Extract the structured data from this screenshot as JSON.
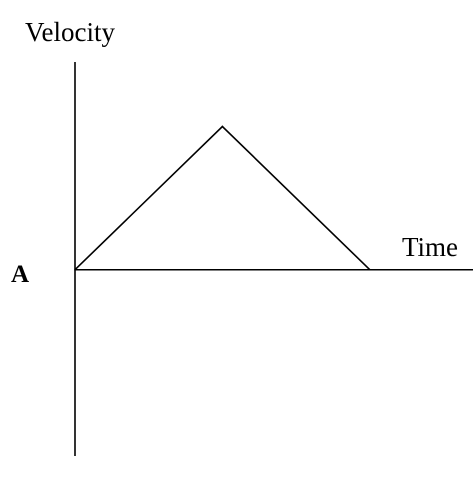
{
  "chart_data": {
    "type": "line",
    "title": "",
    "xlabel": "Time",
    "ylabel": "Velocity",
    "panel_label": "A",
    "x": [
      0,
      1,
      2
    ],
    "series": [
      {
        "values": [
          0,
          1,
          0
        ]
      }
    ],
    "xlim": [
      0,
      2.7
    ],
    "ylim": [
      -1.3,
      1.45
    ],
    "grid": false,
    "legend": "none",
    "ticks": false,
    "line_color": "#000000",
    "background": "#ffffff"
  }
}
